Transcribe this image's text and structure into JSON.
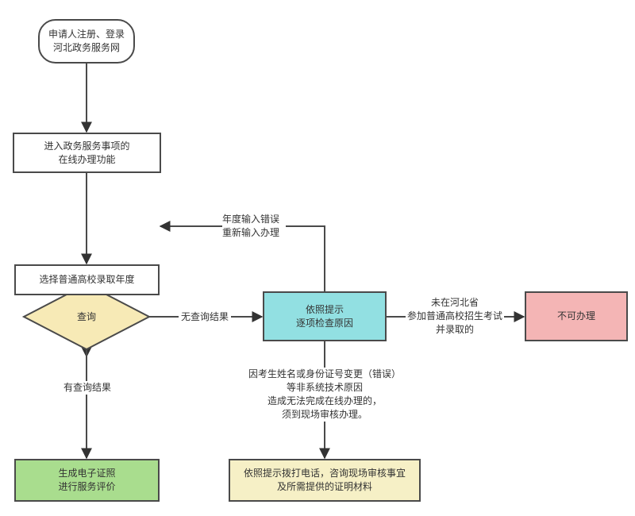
{
  "colors": {
    "stroke": "#4a4a4a",
    "white_fill": "#ffffff",
    "diamond_fill": "#f7eab6",
    "cyan_fill": "#92e0e2",
    "pink_fill": "#f4b5b5",
    "green_fill": "#a9dd8e",
    "yellow_fill": "#f6f0c6"
  },
  "nodes": {
    "start": {
      "lines": [
        "申请人注册、登录",
        "河北政务服务网"
      ]
    },
    "enter_service": {
      "lines": [
        "进入政务服务事项的",
        "在线办理功能"
      ]
    },
    "select_year": {
      "lines": [
        "选择普通高校录取年度"
      ]
    },
    "query": {
      "lines": [
        "查询"
      ]
    },
    "check_reason": {
      "lines": [
        "依照提示",
        "逐项检查原因"
      ]
    },
    "not_available": {
      "lines": [
        "不可办理"
      ]
    },
    "generate_cert": {
      "lines": [
        "生成电子证照",
        "进行服务评价"
      ]
    },
    "call_phone": {
      "lines": [
        "依照提示拨打电话，咨询现场审核事宜",
        "及所需提供的证明材料"
      ]
    }
  },
  "edge_labels": {
    "year_error": [
      "年度输入错误",
      "重新输入办理"
    ],
    "no_result": [
      "无查询结果"
    ],
    "has_result": [
      "有查询结果"
    ],
    "not_in_hebei": [
      "未在河北省",
      "参加普通高校招生考试",
      "并录取的"
    ],
    "name_id_change": [
      "因考生姓名或身份证号变更（错误）",
      "等非系统技术原因",
      "造成无法完成在线办理的，",
      "须到现场审核办理。"
    ]
  }
}
